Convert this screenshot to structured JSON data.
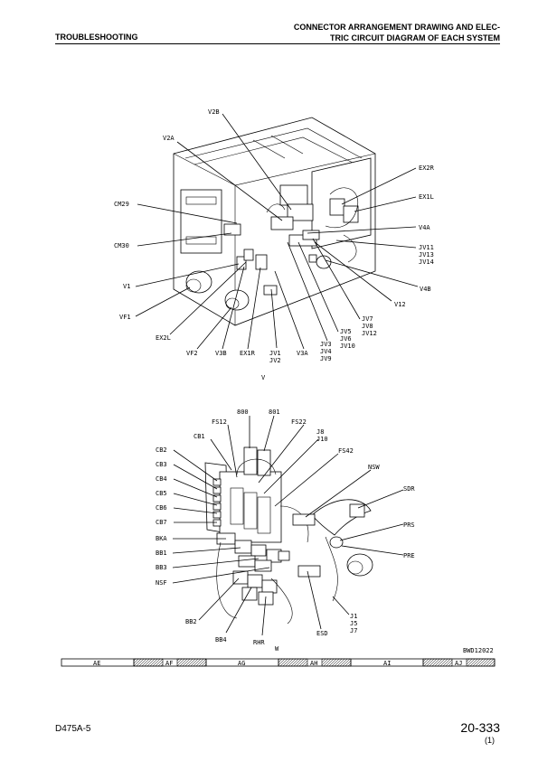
{
  "header": {
    "section": "TROUBLESHOOTING",
    "title_line1": "CONNECTOR ARRANGEMENT DRAWING AND ELEC-",
    "title_line2": "TRIC CIRCUIT DIAGRAM OF EACH SYSTEM"
  },
  "diagram_v": {
    "view_label": "V",
    "labels": {
      "V2B": "V2B",
      "V2A": "V2A",
      "CM29": "CM29",
      "CM30": "CM30",
      "V1": "V1",
      "VF1": "VF1",
      "EX2L": "EX2L",
      "VF2": "VF2",
      "V3B": "V3B",
      "EX1R": "EX1R",
      "JV1": "JV1",
      "JV2": "JV2",
      "V3A": "V3A",
      "JV3": "JV3",
      "JV4": "JV4",
      "JV9": "JV9",
      "JV5": "JV5",
      "JV6": "JV6",
      "JV10": "JV10",
      "JV7": "JV7",
      "JV8": "JV8",
      "JV12": "JV12",
      "V12": "V12",
      "V4B": "V4B",
      "JV11": "JV11",
      "JV13": "JV13",
      "JV14": "JV14",
      "V4A": "V4A",
      "EX1L": "EX1L",
      "EX2R": "EX2R"
    }
  },
  "diagram_w": {
    "view_label": "W",
    "labels": {
      "n800": "800",
      "n801": "801",
      "FS12": "FS12",
      "FS22": "FS22",
      "CB1": "CB1",
      "J8": "J8",
      "J10": "J10",
      "FS42": "FS42",
      "CB2": "CB2",
      "CB3": "CB3",
      "CB4": "CB4",
      "CB5": "CB5",
      "CB6": "CB6",
      "CB7": "CB7",
      "NSW": "NSW",
      "SDR": "SDR",
      "BKA": "BKA",
      "BB1": "BB1",
      "BB3": "BB3",
      "NSF": "NSF",
      "PRS": "PRS",
      "PRE": "PRE",
      "BB2": "BB2",
      "BB4": "BB4",
      "RHR": "RHR",
      "ESD": "ESD",
      "J1": "J1",
      "J5": "J5",
      "J7": "J7"
    },
    "drawing_code": "BWD12022"
  },
  "grid_bar": {
    "cells": [
      "AE",
      "AF",
      "AG",
      "AH",
      "AI",
      "AJ"
    ]
  },
  "footer": {
    "model": "D475A-5",
    "page": "20-333",
    "revision": "(1)"
  }
}
